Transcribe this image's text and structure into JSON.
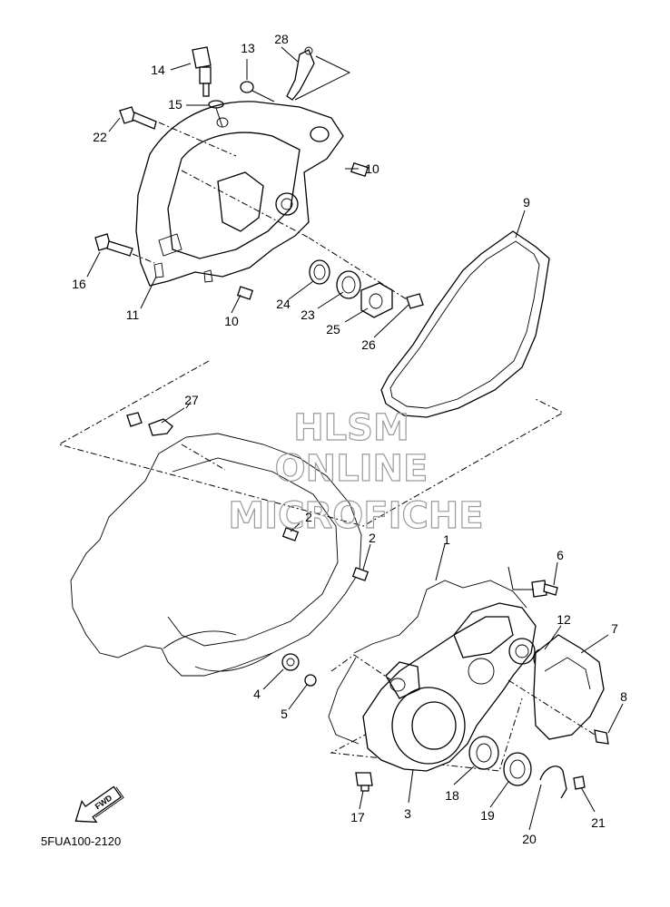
{
  "diagram": {
    "code": "5FUA100-2120",
    "direction_label": "FWD",
    "watermark": [
      "HLSM",
      "ONLINE",
      "MICROFICHE"
    ],
    "part_labels": [
      "1",
      "2",
      "2",
      "3",
      "4",
      "5",
      "6",
      "7",
      "8",
      "9",
      "10",
      "10",
      "11",
      "12",
      "13",
      "14",
      "15",
      "16",
      "17",
      "18",
      "19",
      "20",
      "21",
      "22",
      "23",
      "24",
      "25",
      "26",
      "27",
      "28"
    ]
  }
}
